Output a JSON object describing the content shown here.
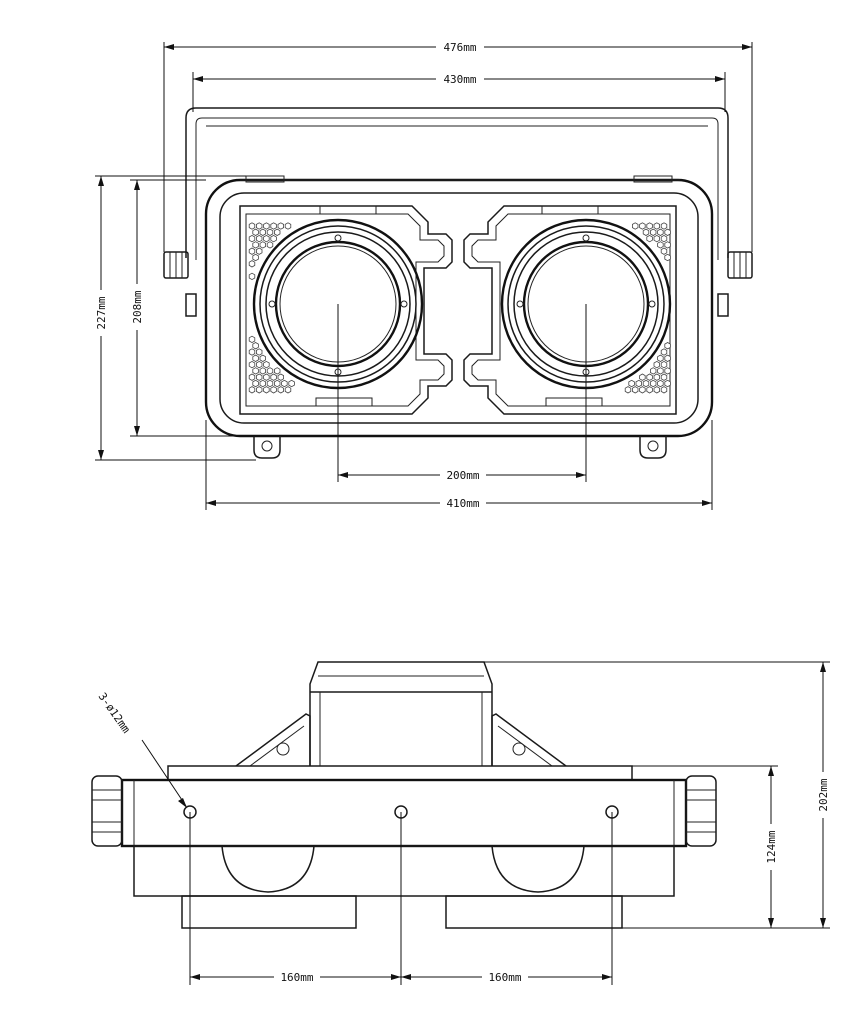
{
  "front_view": {
    "dimensions": {
      "overall_width": "476mm",
      "bracket_width": "430mm",
      "body_width": "410mm",
      "lens_spacing": "200mm",
      "overall_height": "227mm",
      "body_height": "208mm"
    }
  },
  "side_view": {
    "dimensions": {
      "hole_callout": "3-ø12mm",
      "hole_spacing_left": "160mm",
      "hole_spacing_right": "160mm",
      "overall_height": "202mm",
      "base_height": "124mm"
    }
  }
}
